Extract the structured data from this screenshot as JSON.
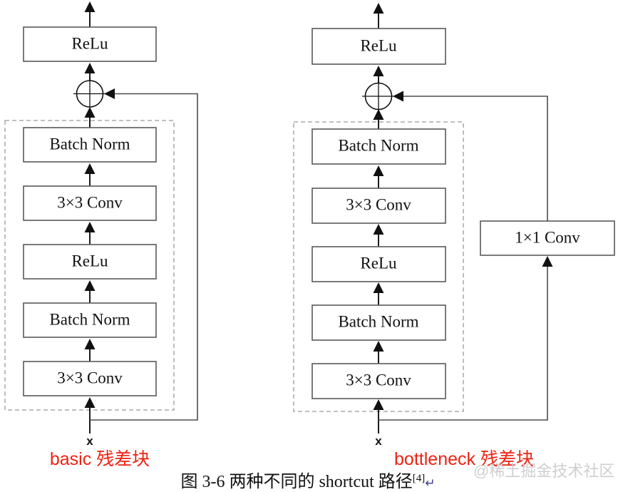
{
  "figure": {
    "caption_main": "图 3-6  两种不同的 shortcut 路径",
    "caption_ref": "[4]",
    "caption_pilcrow": "↵",
    "watermark": "@稀土掘金技术社区",
    "colors": {
      "box_stroke": "#595959",
      "dashed_stroke": "#9a9a9a",
      "line": "#111111",
      "accent_red": "#ee2211",
      "watermark": "#cfcfcf",
      "background": "#ffffff"
    }
  },
  "left_block": {
    "name": "basic-residual-block",
    "caption": "basic 残差块",
    "input_label": "x",
    "output_box": "ReLu",
    "sum_symbol": "⊕",
    "stack": [
      {
        "label": "Batch Norm"
      },
      {
        "label": "3×3 Conv"
      },
      {
        "label": "ReLu"
      },
      {
        "label": "Batch Norm"
      },
      {
        "label": "3×3 Conv"
      }
    ],
    "shortcut": {
      "label": "identity",
      "has_conv": false
    }
  },
  "right_block": {
    "name": "bottleneck-residual-block",
    "caption": "bottleneck 残差块",
    "input_label": "x",
    "output_box": "ReLu",
    "sum_symbol": "⊕",
    "stack": [
      {
        "label": "Batch Norm"
      },
      {
        "label": "3×3 Conv"
      },
      {
        "label": "ReLu"
      },
      {
        "label": "Batch Norm"
      },
      {
        "label": "3×3 Conv"
      }
    ],
    "shortcut": {
      "label": "1×1 Conv",
      "has_conv": true
    }
  }
}
